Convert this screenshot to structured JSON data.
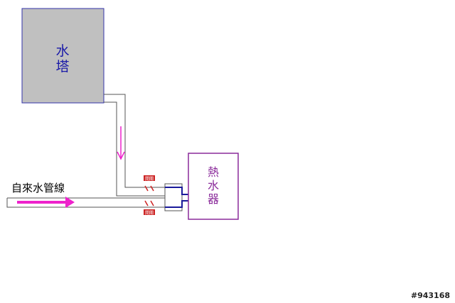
{
  "labels": {
    "water_tower_line1": "水",
    "water_tower_line2": "塔",
    "water_heater_line1": "熱",
    "water_heater_line2": "水",
    "water_heater_line3": "器",
    "tap_water_pipe": "自來水管線",
    "watermark": "#943168",
    "valve_tag_top": "開關",
    "valve_tag_bottom": "開關"
  },
  "colors": {
    "tower_fill": "#c0c0c0",
    "tower_border": "#3333aa",
    "tower_text": "#1a1aa8",
    "heater_border": "#8a2a9a",
    "heater_text": "#8a2a9a",
    "pipe_stroke": "#555555",
    "connector": "#1a1a9a",
    "flow_arrow": "#ee22cc",
    "valve": "#cc2222"
  }
}
